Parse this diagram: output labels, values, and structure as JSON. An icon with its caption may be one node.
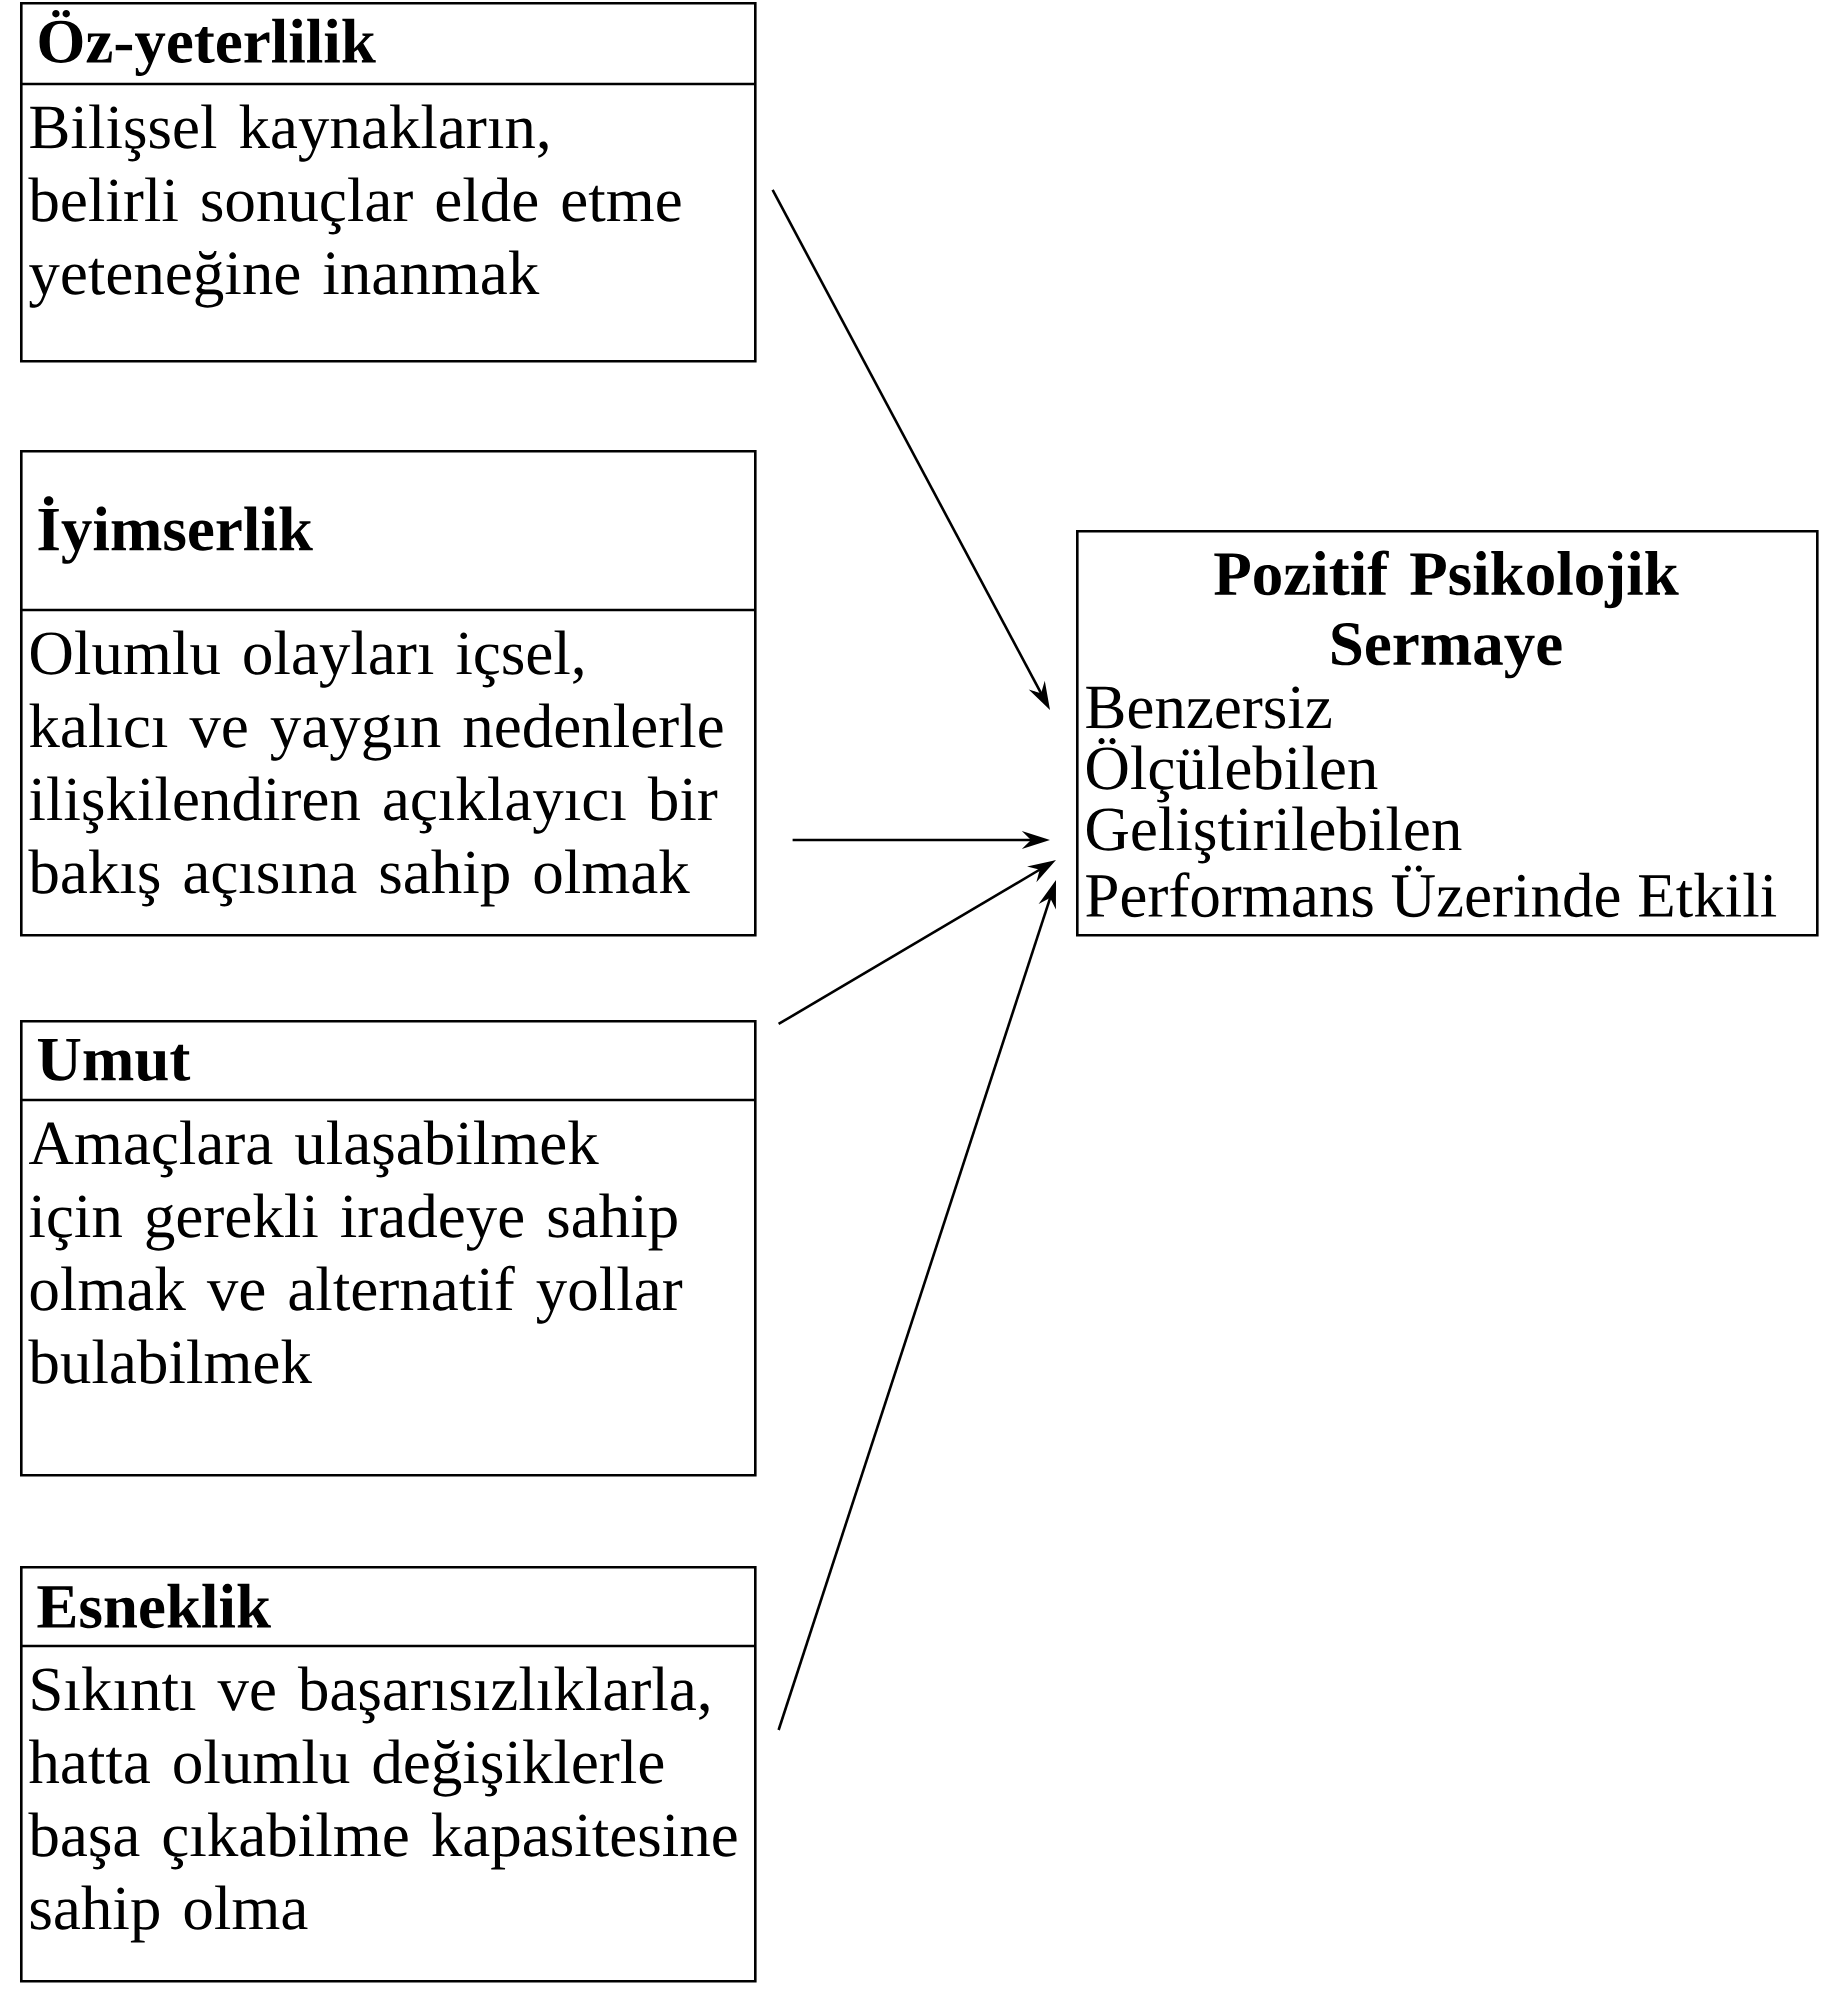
{
  "diagram": {
    "nodes": [
      {
        "text": [
          "Öz-yeterlilik",
          "Bilişsel kaynakların, belirli sonuçlar elde etme yeteneğine inanmak"
        ]
      },
      {
        "text": [
          "İyimserlik",
          "Olumlu olayları içsel, kalıcı ve yaygın nedenlerle ilişkilendiren açıklayıcı bir bakış açısına sahip olmak"
        ]
      },
      {
        "text": [
          "Umut",
          "Amaçlara ulaşabilmek için gerekli iradeye sahip olmak ve alternatif yollar bulabilmek"
        ]
      },
      {
        "text": [
          "Esneklik",
          "Sıkıntı ve başarısızlıklarla, hatta olumlu değişiklerle başa çıkabilme kapasitesine sahip olma"
        ]
      },
      {
        "text": [
          "Pozitif Psikolojik Sermaye",
          "Benzersiz",
          "Ölçülebilen",
          "Geliştirilebilen",
          "Performans Üzerinde Etkili"
        ]
      }
    ],
    "edges": [
      {
        "from": 0,
        "to": 4,
        "arrow": "to"
      },
      {
        "from": 1,
        "to": 4,
        "arrow": "to"
      },
      {
        "from": 2,
        "to": 4,
        "arrow": "to"
      },
      {
        "from": 3,
        "to": 4,
        "arrow": "to"
      }
    ]
  }
}
